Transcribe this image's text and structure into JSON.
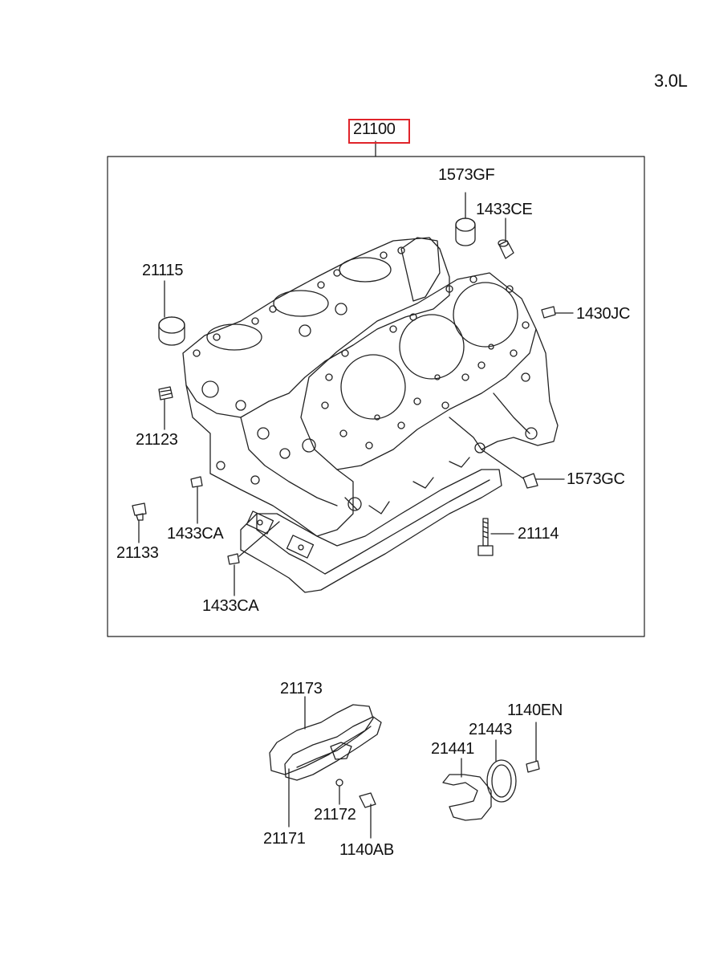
{
  "engine_size": "3.0L",
  "main_assembly": "21100",
  "parts": {
    "p1573GF": "1573GF",
    "p1433CE": "1433CE",
    "p21115": "21115",
    "p1430JC": "1430JC",
    "p21123": "21123",
    "p1573GC": "1573GC",
    "p1433CA_a": "1433CA",
    "p21114": "21114",
    "p21133": "21133",
    "p1433CA_b": "1433CA",
    "p21173": "21173",
    "p1140EN": "1140EN",
    "p21443": "21443",
    "p21441": "21441",
    "p21172": "21172",
    "p21171": "21171",
    "p1140AB": "1140AB"
  },
  "colors": {
    "highlight": "#e0242a",
    "line": "#222222"
  }
}
